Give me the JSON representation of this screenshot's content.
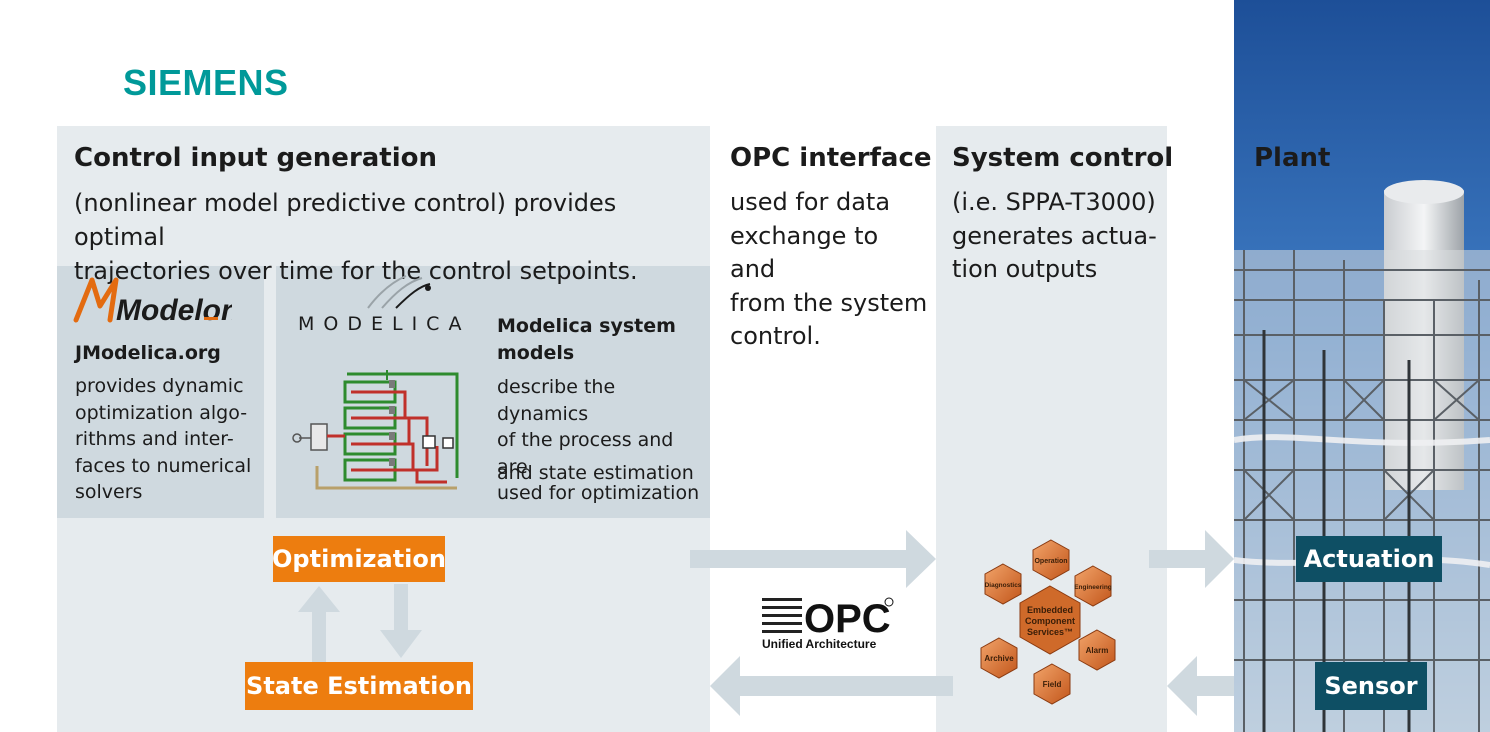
{
  "brand": {
    "name": "SIEMENS"
  },
  "control": {
    "title": "Control input generation",
    "description": "(nonlinear model predictive control) provides optimal\ntrajectories over time for the control setpoints.",
    "jmodelica": {
      "logo_text": "Modelon",
      "title": "JModelica.org",
      "description": "provides dynamic\noptimization algo-\nrithms and inter-\nfaces to numerical\nsolvers"
    },
    "modelica": {
      "logo_text": "MODELICA",
      "title": "Modelica system\nmodels",
      "description_1": "describe the dynamics\nof the process and are\nused for optimization",
      "description_2": "and state estimation"
    },
    "optimization_label": "Optimization",
    "state_estimation_label": "State Estimation"
  },
  "opc": {
    "title": "OPC interface",
    "description": "used for data\nexchange to and\nfrom the system\ncontrol.",
    "logo_text": "OPC",
    "logo_caption": "Unified Architecture"
  },
  "system_control": {
    "title": "System control",
    "description": "(i.e. SPPA-T3000)\ngenerates actua-\ntion outputs",
    "hexagons": {
      "center": [
        "Embedded",
        "Component",
        "Services™"
      ],
      "operation": "Operation",
      "engineering": "Engineering",
      "alarm": "Alarm",
      "field": "Field",
      "archive": "Archive",
      "diagnostics": "Diagnostics"
    }
  },
  "plant": {
    "title": "Plant",
    "actuation_label": "Actuation",
    "sensor_label": "Sensor"
  },
  "colors": {
    "accent_teal": "#009999",
    "panel_bg": "#e6ebee",
    "subpanel_bg": "#cfd9df",
    "orange": "#ed7d0f",
    "dark_teal": "#0e4f64",
    "arrow": "#cfd9df"
  }
}
